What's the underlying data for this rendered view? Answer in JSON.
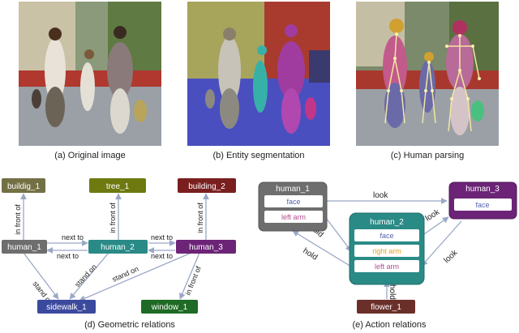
{
  "captions": {
    "a": "(a) Original image",
    "b": "(b) Entity segmentation",
    "c": "(c) Human parsing",
    "d": "(d) Geometric relations",
    "e": "(e) Action relations"
  },
  "geometric": {
    "nodes": {
      "buildig_1": "buildig_1",
      "tree_1": "tree_1",
      "building_2": "building_2",
      "human_1": "human_1",
      "human_2": "human_2",
      "human_3": "human_3",
      "sidewalk_1": "sidewalk_1",
      "window_1": "window_1"
    },
    "edges": {
      "in_front_of_1": "in front of",
      "in_front_of_2": "in front of",
      "in_front_of_3": "in front of",
      "next_to_1": "next to",
      "next_to_2": "next to",
      "next_to_3": "next to",
      "next_to_4": "next to",
      "stand_on_1": "stand on",
      "stand_on_2": "stand on",
      "stand_on_3": "stand on",
      "in_front_of_4": "in front of"
    }
  },
  "action": {
    "human_1": {
      "title": "human_1",
      "parts": [
        "face",
        "left arm"
      ]
    },
    "human_2": {
      "title": "human_2",
      "parts": [
        "face",
        "right arm",
        "left arm"
      ]
    },
    "human_3": {
      "title": "human_3",
      "parts": [
        "face"
      ]
    },
    "flower_1": "flower_1",
    "edges": {
      "look_1": "look",
      "look_2": "look",
      "look_3": "look",
      "hold_1": "hold",
      "hold_2": "hold",
      "hold_3": "hold"
    }
  },
  "colors": {
    "gray": "#6e6e6e",
    "olive": "#737044",
    "olive_light": "#6e7a10",
    "maroon": "#7a1f1f",
    "teal": "#2a8a86",
    "purple": "#6c2477",
    "navy": "#3c4a9e",
    "green": "#1f6b25",
    "brown": "#6b2f2a",
    "edge": "#9aa7c6",
    "part_face": "#5563b0",
    "part_left_arm": "#b04f8f",
    "part_right_arm": "#e0a020"
  }
}
